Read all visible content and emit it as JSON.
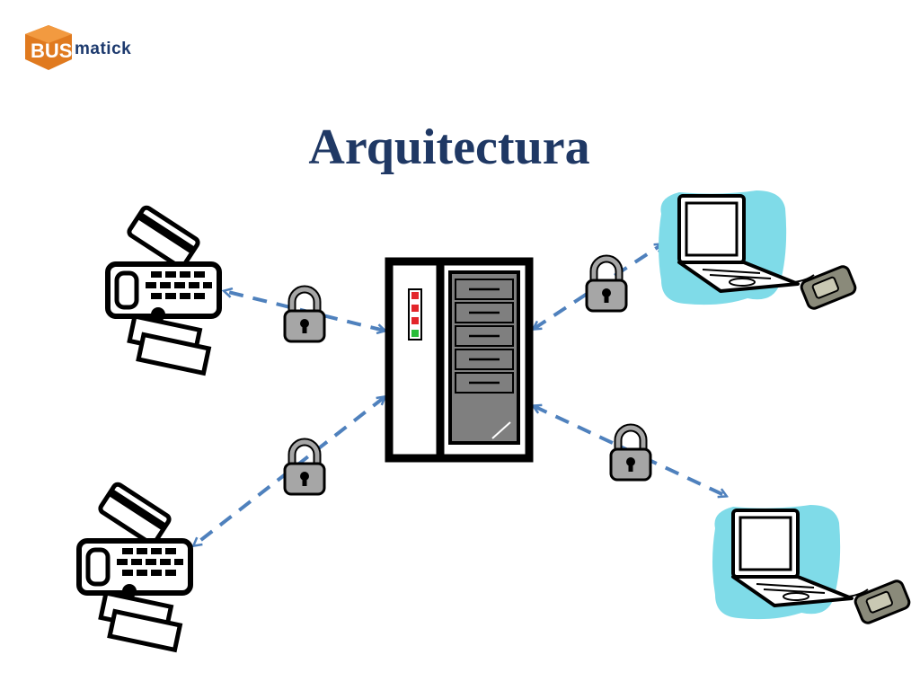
{
  "logo": {
    "part1": "BUS",
    "part2": "matick",
    "brand_color": "#e07a1f",
    "text_color": "#1d3a6e"
  },
  "title": "Arquitectura",
  "colors": {
    "title": "#1f3864",
    "arrow": "#4f81bd",
    "lock_body": "#a6a6a6",
    "laptop_blob": "#7fdbe8",
    "server_rack": "#7f7f7f",
    "led_red": "#e3262b",
    "led_green": "#2bbd3a"
  },
  "nodes": [
    {
      "id": "server",
      "icon": "server-rack-icon"
    },
    {
      "id": "terminal-top-left",
      "icon": "payment-terminal-icon"
    },
    {
      "id": "terminal-bottom-left",
      "icon": "payment-terminal-icon"
    },
    {
      "id": "laptop-top-right",
      "icon": "laptop-with-card-reader-icon"
    },
    {
      "id": "laptop-bottom-right",
      "icon": "laptop-with-card-reader-icon"
    }
  ],
  "connections": [
    {
      "from": "server",
      "to": "terminal-top-left",
      "style": "dashed-bidirectional",
      "secured": true
    },
    {
      "from": "server",
      "to": "terminal-bottom-left",
      "style": "dashed-bidirectional",
      "secured": true
    },
    {
      "from": "server",
      "to": "laptop-top-right",
      "style": "dashed-bidirectional",
      "secured": true
    },
    {
      "from": "server",
      "to": "laptop-bottom-right",
      "style": "dashed-bidirectional",
      "secured": true
    }
  ]
}
